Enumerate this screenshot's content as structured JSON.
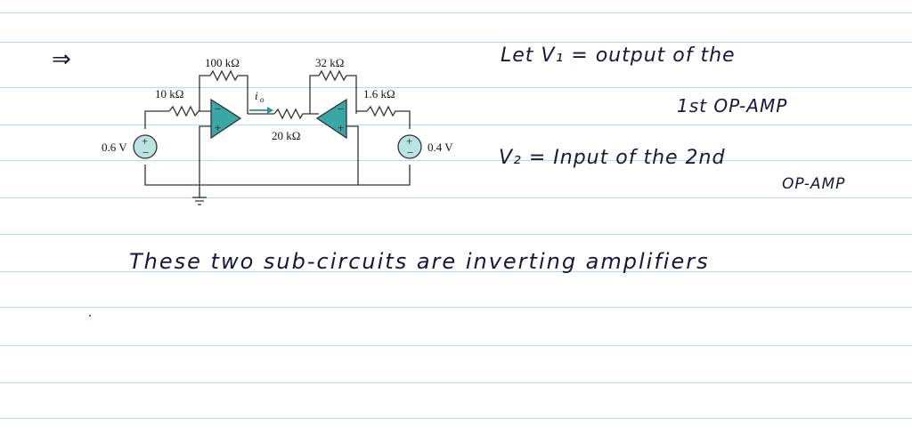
{
  "notes": {
    "arrow": "⇒",
    "line1": "Let V₁ = output of the",
    "line2": "1st OP-AMP",
    "line3": "V₂ = Input of the 2nd",
    "line4": "OP-AMP",
    "line5": "These two sub-circuits are inverting amplifiers"
  },
  "circuit": {
    "r1": "10 kΩ",
    "r2": "100 kΩ",
    "r3": "20 kΩ",
    "r4": "32 kΩ",
    "r5": "1.6 kΩ",
    "v1": "0.6 V",
    "v2": "0.4 V",
    "current": "i",
    "current_sub": "o",
    "plus": "+",
    "minus": "−"
  },
  "colors": {
    "ink": "#16163f",
    "ruling": "#b9dbe6",
    "wire": "#333333",
    "opamp": "#2f8f8f"
  }
}
